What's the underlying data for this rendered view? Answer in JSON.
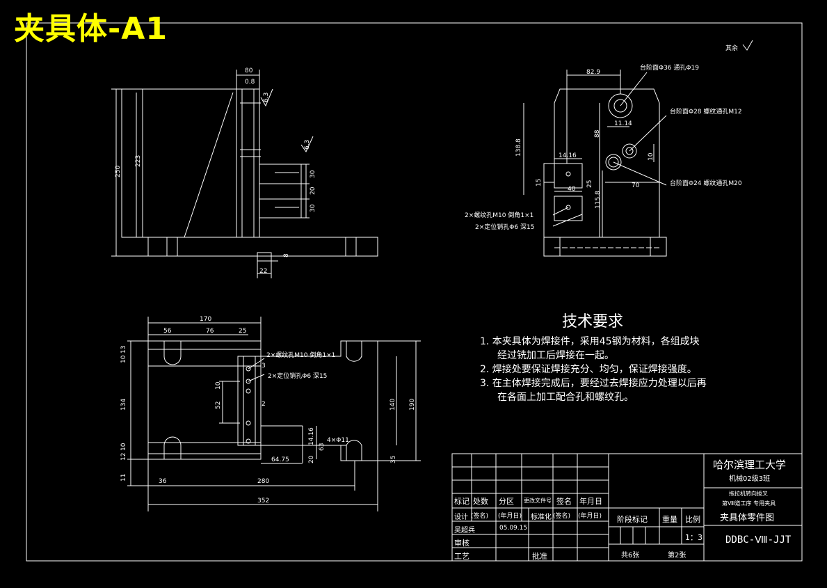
{
  "title": "夹具体-A1",
  "roughness_note": "其余",
  "side_view": {
    "dims": [
      "80",
      "0.8",
      "6.3",
      "250",
      "223",
      "6.3",
      "30",
      "20",
      "30",
      "8",
      "22"
    ]
  },
  "front_view": {
    "dims": [
      "82.9",
      "138.8",
      "88",
      "11.14",
      "10",
      "14.16",
      "15",
      "25",
      "40",
      "70",
      "115.8"
    ],
    "notes": [
      "台阶面Φ36 通孔Φ19",
      "台阶面Φ28 螺纹通孔M12",
      "台阶面Φ24 螺纹通孔M20",
      "2×螺纹孔M10  倒角1×1",
      "2×定位销孔Φ6 深15"
    ]
  },
  "top_view": {
    "dims": [
      "170",
      "56",
      "76",
      "25",
      "13",
      "10",
      "134",
      "52",
      "10",
      "3",
      "2",
      "140",
      "190",
      "10",
      "12",
      "11",
      "36",
      "280",
      "352",
      "14.16",
      "20",
      "63",
      "64.75",
      "35",
      "4×Φ11"
    ],
    "notes": [
      "2×螺纹孔M10  倒角1×1",
      "2×定位销孔Φ6 深15"
    ]
  },
  "tech_requirements": {
    "heading": "技术要求",
    "items": [
      "1.  本夹具体为焊接件，采用45钢为材料，各组成块",
      "经过铣加工后焊接在一起。",
      "2.  焊接处要保证焊接充分、均匀，保证焊接强度。",
      "3.  在主体焊接完成后，要经过去焊接应力处理以后再",
      "在各面上加工配合孔和螺纹孔。"
    ]
  },
  "title_block": {
    "university": "哈尔滨理工大学",
    "class": "机械02级3班",
    "design_line1": "拖拉机转向拨叉",
    "design_line2": "第Ⅷ道工序 专用夹具",
    "drawing_name": "夹具体零件图",
    "drawing_no": "DDBC-Ⅷ-JJT",
    "headers": [
      "标记",
      "处数",
      "分区",
      "更改文件号",
      "签名",
      "年月日"
    ],
    "row_design": [
      "设计",
      "(签名)",
      "(年月日)",
      "标准化",
      "(签名)",
      "(年月日)"
    ],
    "designer": "吴超兵",
    "date": "05.09.15",
    "review": "审核",
    "process": "工艺",
    "approve": "批准",
    "stage_mark": "阶段标记",
    "weight": "重量",
    "scale_label": "比例",
    "scale": "1：3",
    "total": "共6张",
    "sheet": "第2张"
  }
}
